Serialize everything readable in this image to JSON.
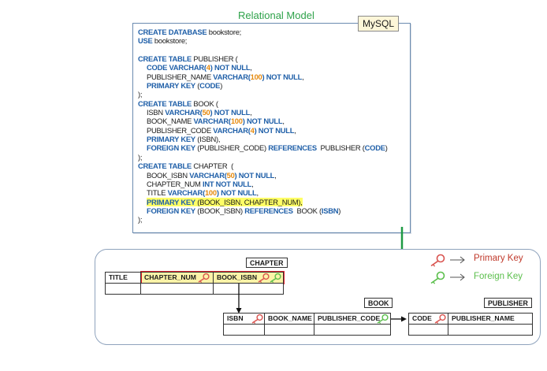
{
  "title": "Relational Model",
  "engine_tag": "MySQL",
  "sql_lines": [
    [
      {
        "k": "kw",
        "t": "CREATE DATABASE"
      },
      {
        "t": " bookstore;"
      }
    ],
    [
      {
        "k": "kw",
        "t": "USE"
      },
      {
        "t": " bookstore;"
      }
    ],
    [
      {
        "t": ""
      }
    ],
    [
      {
        "k": "kw",
        "t": "CREATE TABLE"
      },
      {
        "t": " PUBLISHER ("
      }
    ],
    [
      {
        "i": 1
      },
      {
        "k": "kw",
        "t": "CODE VARCHAR("
      },
      {
        "k": "num",
        "t": "4"
      },
      {
        "k": "kw",
        "t": ") NOT NULL"
      },
      {
        "t": ","
      }
    ],
    [
      {
        "i": 1
      },
      {
        "t": "PUBLISHER_NAME "
      },
      {
        "k": "kw",
        "t": "VARCHAR("
      },
      {
        "k": "num",
        "t": "100"
      },
      {
        "k": "kw",
        "t": ") NOT NULL"
      },
      {
        "t": ","
      }
    ],
    [
      {
        "i": 1
      },
      {
        "k": "kw",
        "t": "PRIMARY KEY"
      },
      {
        "t": " ("
      },
      {
        "k": "kw",
        "t": "CODE"
      },
      {
        "t": ")"
      }
    ],
    [
      {
        "t": ");"
      }
    ],
    [
      {
        "k": "kw",
        "t": "CREATE TABLE"
      },
      {
        "t": " BOOK ("
      }
    ],
    [
      {
        "i": 1
      },
      {
        "t": "ISBN "
      },
      {
        "k": "kw",
        "t": "VARCHAR("
      },
      {
        "k": "num",
        "t": "50"
      },
      {
        "k": "kw",
        "t": ") NOT NULL"
      },
      {
        "t": ","
      }
    ],
    [
      {
        "i": 1
      },
      {
        "t": "BOOK_NAME "
      },
      {
        "k": "kw",
        "t": "VARCHAR("
      },
      {
        "k": "num",
        "t": "100"
      },
      {
        "k": "kw",
        "t": ") NOT NULL"
      },
      {
        "t": ","
      }
    ],
    [
      {
        "i": 1
      },
      {
        "t": "PUBLISHER_CODE "
      },
      {
        "k": "kw",
        "t": "VARCHAR("
      },
      {
        "k": "num",
        "t": "4"
      },
      {
        "k": "kw",
        "t": ") NOT NULL"
      },
      {
        "t": ","
      }
    ],
    [
      {
        "i": 1
      },
      {
        "k": "kw",
        "t": "PRIMARY KEY"
      },
      {
        "t": " (ISBN),"
      }
    ],
    [
      {
        "i": 1
      },
      {
        "k": "kw",
        "t": "FOREIGN KEY"
      },
      {
        "t": " (PUBLISHER_CODE) "
      },
      {
        "k": "kw",
        "t": "REFERENCES"
      },
      {
        "t": "  PUBLISHER ("
      },
      {
        "k": "kw",
        "t": "CODE"
      },
      {
        "t": ")"
      }
    ],
    [
      {
        "t": ");"
      }
    ],
    [
      {
        "k": "kw",
        "t": "CREATE TABLE"
      },
      {
        "t": " CHAPTER  ("
      }
    ],
    [
      {
        "i": 1
      },
      {
        "t": "BOOK_ISBN "
      },
      {
        "k": "kw",
        "t": "VARCHAR("
      },
      {
        "k": "num",
        "t": "50"
      },
      {
        "k": "kw",
        "t": ") NOT NULL"
      },
      {
        "t": ","
      }
    ],
    [
      {
        "i": 1
      },
      {
        "t": "CHAPTER_NUM "
      },
      {
        "k": "kw",
        "t": "INT NOT NULL"
      },
      {
        "t": ","
      }
    ],
    [
      {
        "i": 1
      },
      {
        "t": "TITLE "
      },
      {
        "k": "kw",
        "t": "VARCHAR("
      },
      {
        "k": "num",
        "t": "100"
      },
      {
        "k": "kw",
        "t": ") NOT NULL"
      },
      {
        "t": ","
      }
    ],
    [
      {
        "i": 1,
        "hl": true
      },
      {
        "k": "kw",
        "t": "PRIMARY KEY"
      },
      {
        "t": " (BOOK_ISBN, CHAPTER_NUM),"
      }
    ],
    [
      {
        "i": 1
      },
      {
        "k": "kw",
        "t": "FOREIGN KEY"
      },
      {
        "t": " (BOOK_ISBN) "
      },
      {
        "k": "kw",
        "t": "REFERENCES"
      },
      {
        "t": "  BOOK ("
      },
      {
        "k": "kw",
        "t": "ISBN"
      },
      {
        "t": ")"
      }
    ],
    [
      {
        "t": ");"
      }
    ]
  ],
  "tables": {
    "chapter": {
      "name": "CHAPTER",
      "columns": [
        "TITLE",
        "CHAPTER_NUM",
        "BOOK_ISBN"
      ]
    },
    "book": {
      "name": "BOOK",
      "columns": [
        "ISBN",
        "BOOK_NAME",
        "PUBLISHER_CODE"
      ]
    },
    "publisher": {
      "name": "PUBLISHER",
      "columns": [
        "CODE",
        "PUBLISHER_NAME"
      ]
    }
  },
  "legend": {
    "primary_key": "Primary Key",
    "foreign_key": "Foreign Key",
    "primary_color": "#c0392b",
    "foreign_color": "#5bbf4c"
  },
  "colors": {
    "keyword": "#1f5fa8",
    "number": "#e58a0f",
    "title": "#2ea24a",
    "arrow": "#1e9a44",
    "highlight": "#ffff66",
    "pk_outline": "#e0202a"
  }
}
